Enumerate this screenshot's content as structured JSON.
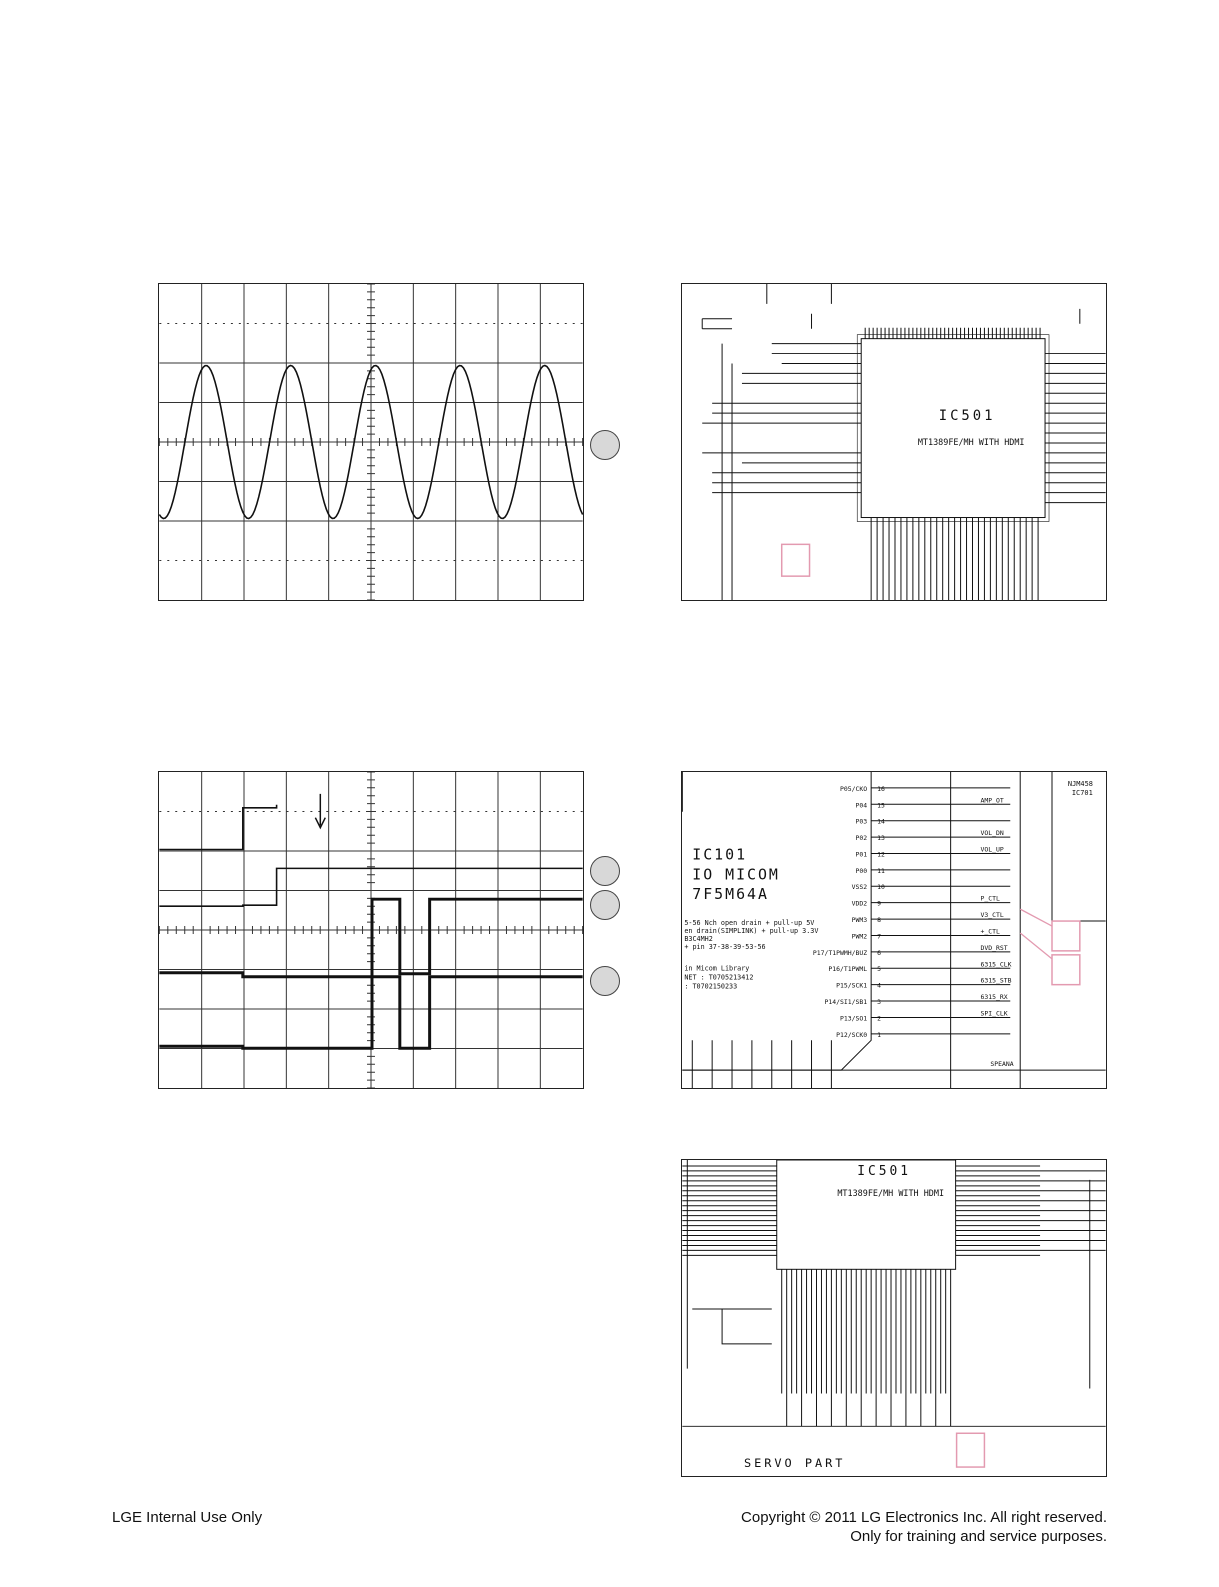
{
  "footer": {
    "left": "LGE Internal Use Only",
    "right_line1": "Copyright © 2011 LG Electronics Inc. All right reserved.",
    "right_line2": "Only for training and service purposes."
  },
  "schematic1": {
    "ic_ref": "IC501",
    "ic_name": "MT1389FE/MH WITH HDMI"
  },
  "schematic2": {
    "ic_ref": "IC101",
    "ic_line2": "IO MICOM",
    "ic_line3": "7F5M64A",
    "pins": [
      {
        "num": "16",
        "name": "P05/CKO",
        "net": ""
      },
      {
        "num": "15",
        "name": "P04",
        "net": "AMP_OT"
      },
      {
        "num": "14",
        "name": "P03",
        "net": ""
      },
      {
        "num": "13",
        "name": "P02",
        "net": "VOL_DN"
      },
      {
        "num": "12",
        "name": "P01",
        "net": "VOL_UP"
      },
      {
        "num": "11",
        "name": "P00",
        "net": ""
      },
      {
        "num": "10",
        "name": "VSS2",
        "net": ""
      },
      {
        "num": "9",
        "name": "VDD2",
        "net": "P_CTL"
      },
      {
        "num": "8",
        "name": "PWM3",
        "net": "V3_CTL"
      },
      {
        "num": "7",
        "name": "PWM2",
        "net": "+_CTL"
      },
      {
        "num": "6",
        "name": "P17/T1PWMH/BUZ",
        "net": "DVD_RST"
      },
      {
        "num": "5",
        "name": "P16/T1PWML",
        "net": "6315_CLK"
      },
      {
        "num": "4",
        "name": "P15/SCK1",
        "net": "6315_STB"
      },
      {
        "num": "3",
        "name": "P14/SI1/SB1",
        "net": "6315_RX"
      },
      {
        "num": "2",
        "name": "P13/SO1",
        "net": "SPI_CLK"
      },
      {
        "num": "1",
        "name": "P12/SCK0",
        "net": ""
      }
    ],
    "note_lines": [
      "5-56 Nch open drain + pull-up 5V",
      "en drain(SIMPLINK) + pull-up 3.3V",
      "B3C4MH2",
      "+ pin 37-38-39-53-56",
      "in Micom Library",
      "NET : T0705213412",
      "    : T0702150233"
    ],
    "side_label": "NJM458",
    "side_ref": "IC701",
    "bottom_net": "SPEANA"
  },
  "schematic3": {
    "ic_ref": "IC501",
    "ic_name": "MT1389FE/MH WITH HDMI",
    "section_title": "SERVO PART"
  }
}
